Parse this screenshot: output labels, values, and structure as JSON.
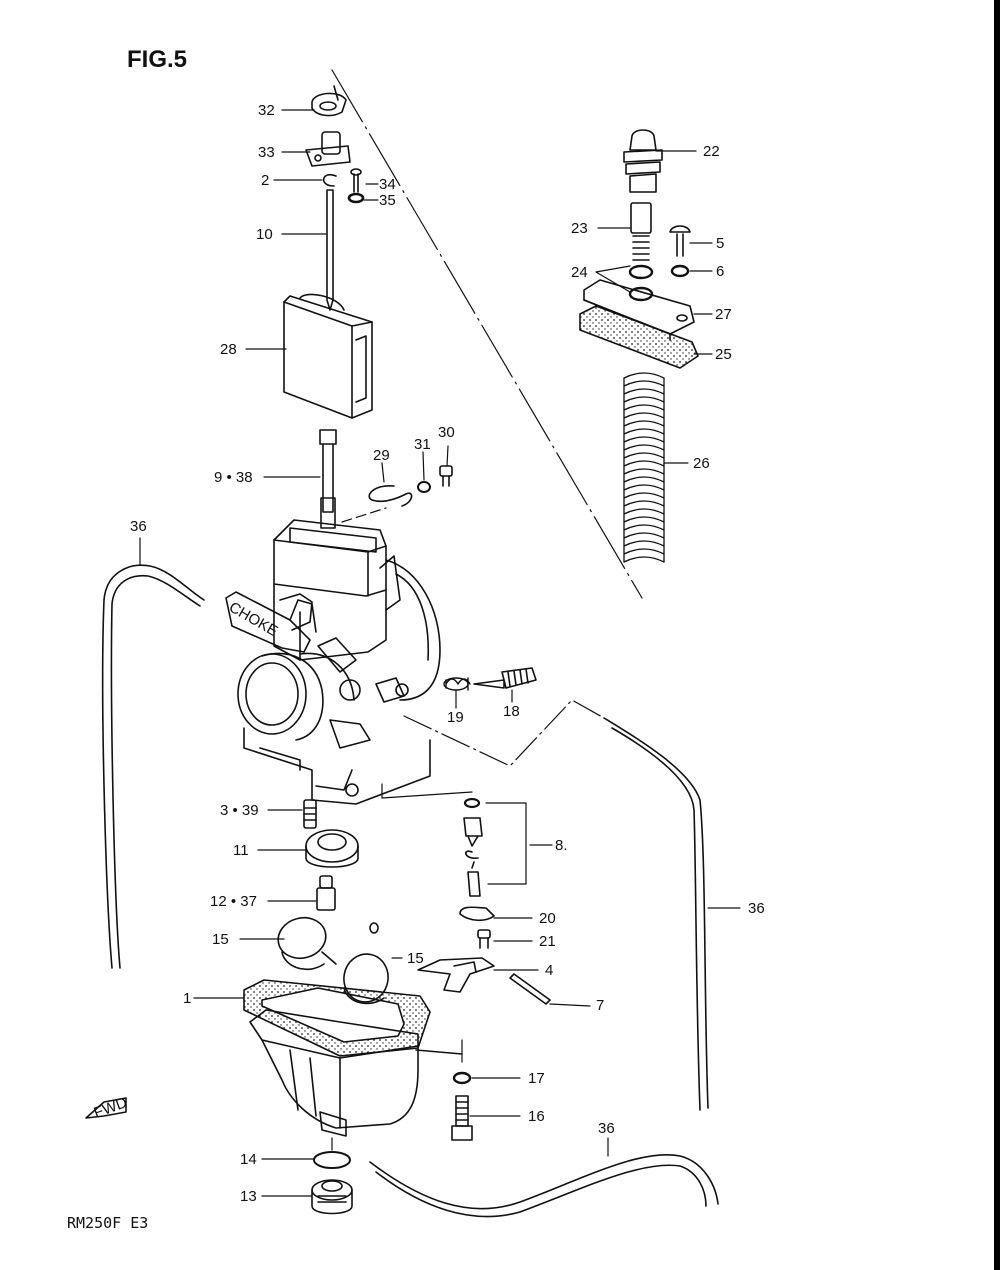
{
  "figure_title": "FIG.5",
  "model_code": "RM250F  E3",
  "fwd_label": "FWD",
  "choke_label": "CHOKE",
  "callouts": [
    {
      "id": "c32",
      "label": "32"
    },
    {
      "id": "c33",
      "label": "33"
    },
    {
      "id": "c2",
      "label": "2"
    },
    {
      "id": "c34",
      "label": "34"
    },
    {
      "id": "c35",
      "label": "35"
    },
    {
      "id": "c10",
      "label": "10"
    },
    {
      "id": "c28",
      "label": "28"
    },
    {
      "id": "c22",
      "label": "22"
    },
    {
      "id": "c23",
      "label": "23"
    },
    {
      "id": "c5",
      "label": "5"
    },
    {
      "id": "c24",
      "label": "24"
    },
    {
      "id": "c6",
      "label": "6"
    },
    {
      "id": "c27",
      "label": "27"
    },
    {
      "id": "c25",
      "label": "25"
    },
    {
      "id": "c26",
      "label": "26"
    },
    {
      "id": "c29",
      "label": "29"
    },
    {
      "id": "c31",
      "label": "31"
    },
    {
      "id": "c30",
      "label": "30"
    },
    {
      "id": "c9_38",
      "label": "9 • 38"
    },
    {
      "id": "c36a",
      "label": "36"
    },
    {
      "id": "c19",
      "label": "19"
    },
    {
      "id": "c18",
      "label": "18"
    },
    {
      "id": "c3_39",
      "label": "3 • 39"
    },
    {
      "id": "c8",
      "label": "8."
    },
    {
      "id": "c11",
      "label": "11"
    },
    {
      "id": "c12_37",
      "label": "12 • 37"
    },
    {
      "id": "c36b",
      "label": "36"
    },
    {
      "id": "c20",
      "label": "20"
    },
    {
      "id": "c15a",
      "label": "15"
    },
    {
      "id": "c15b",
      "label": "15"
    },
    {
      "id": "c21",
      "label": "21"
    },
    {
      "id": "c4",
      "label": "4"
    },
    {
      "id": "c1",
      "label": "1"
    },
    {
      "id": "c7",
      "label": "7"
    },
    {
      "id": "c17",
      "label": "17"
    },
    {
      "id": "c16",
      "label": "16"
    },
    {
      "id": "c36c",
      "label": "36"
    },
    {
      "id": "c14",
      "label": "14"
    },
    {
      "id": "c13",
      "label": "13"
    }
  ]
}
